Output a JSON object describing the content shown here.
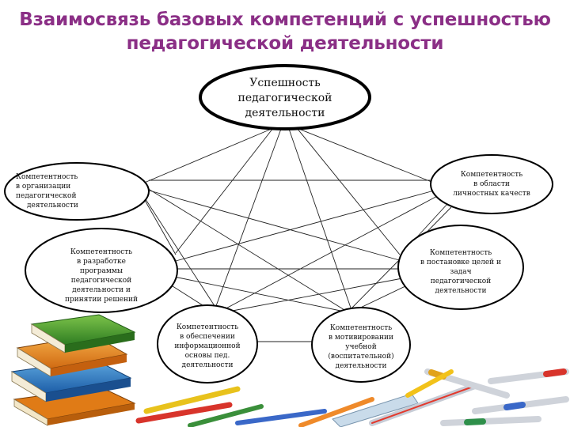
{
  "title": {
    "line1": "Взаимосвязь базовых компетенций с успешностью",
    "line2": "педагогической деятельности"
  },
  "nodes": {
    "center": {
      "line1": "Успешность",
      "line2": "педагогической",
      "line3": "деятельности"
    },
    "organization": {
      "line1": "Компетентность",
      "line2": "в организации",
      "line3": "педагогической",
      "line4": "деятельности"
    },
    "personal": {
      "line1": "Компетентность",
      "line2": "в области",
      "line3": "личностных качеств"
    },
    "program": {
      "line1": "Компетентность",
      "line2": "в разработке",
      "line3": "программы",
      "line4": "педагогической",
      "line5": "деятельности и",
      "line6": "принятии решений"
    },
    "goals": {
      "line1": "Компетентность",
      "line2": "в постановке целей и",
      "line3": "задач",
      "line4": "педагогической",
      "line5": "деятельности"
    },
    "information": {
      "line1": "Компетентность",
      "line2": "в обеспечении",
      "line3": "информационной",
      "line4": "основы пед.",
      "line5": "деятельности"
    },
    "motivation": {
      "line1": "Компетентность",
      "line2": "в мотивировании",
      "line3": "учебной",
      "line4": "(воспитательной)",
      "line5": "деятельности"
    }
  },
  "colors": {
    "title": "#8b2f86",
    "ellipse_stroke": "#000000",
    "lines": "#222222"
  }
}
